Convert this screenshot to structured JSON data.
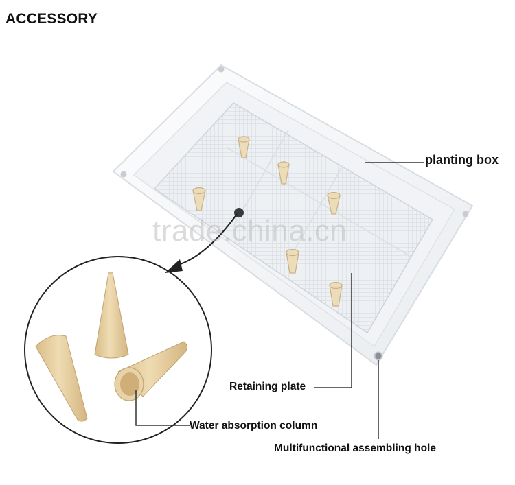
{
  "header": {
    "title": "ACCESSORY"
  },
  "labels": {
    "planting_box": "planting box",
    "retaining_plate": "Retaining plate",
    "water_absorption_column": "Water absorption column",
    "assembling_hole": "Multifunctional assembling hole"
  },
  "watermark": {
    "text": "trade.china.cn"
  },
  "colors": {
    "box_plastic": "#f4f6f8",
    "ceramic_cone": "#e6cfa0",
    "leader_line": "#333333"
  }
}
